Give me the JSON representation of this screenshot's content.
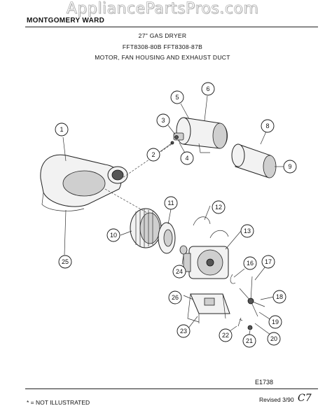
{
  "watermark": "AppliancePartsPros.com",
  "header": {
    "brand": "MONTGOMERY WARD",
    "title": "27\" GAS DRYER",
    "models": "FFT8308-80B  FFT8308-87B",
    "section": "MOTOR, FAN HOUSING AND EXHAUST DUCT"
  },
  "diagram": {
    "figure_id": "E1738",
    "callouts": [
      "1",
      "2",
      "3",
      "4",
      "5",
      "6",
      "8",
      "9",
      "10",
      "11",
      "12",
      "13",
      "16",
      "17",
      "18",
      "19",
      "20",
      "21",
      "22",
      "23",
      "24",
      "25",
      "26"
    ]
  },
  "footer": {
    "note": "* = NOT ILLUSTRATED",
    "revised": "Revised 3/90",
    "handwritten": "C7"
  }
}
